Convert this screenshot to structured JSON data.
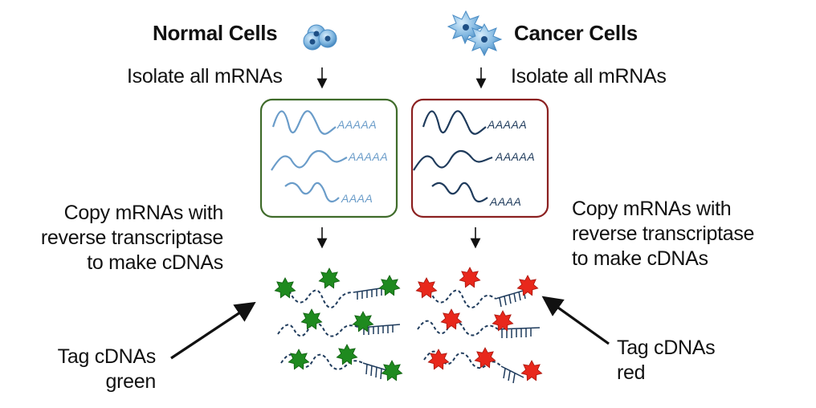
{
  "normal": {
    "title": "Normal Cells",
    "isolate": "Isolate all mRNAs",
    "copy_lines": [
      "Copy mRNAs with",
      "reverse transcriptase",
      "to make cDNAs"
    ],
    "tag_lines": [
      "Tag cDNAs",
      "green"
    ],
    "mrna_tails": [
      "AAAAA",
      "AAAAA",
      "AAAA"
    ],
    "box_color": "#3f6b2a",
    "wave_color": "#6a9cc9",
    "tag_color": "#1f8a1f"
  },
  "cancer": {
    "title": "Cancer Cells",
    "isolate": "Isolate all mRNAs",
    "copy_lines": [
      "Copy mRNAs with",
      "reverse transcriptase",
      "to make cDNAs"
    ],
    "tag_lines": [
      "Tag cDNAs",
      "red"
    ],
    "mrna_tails": [
      "AAAAA",
      "AAAAA",
      "AAAA"
    ],
    "box_color": "#8b2020",
    "wave_color": "#1f3b5c",
    "tag_color": "#e8281c"
  }
}
